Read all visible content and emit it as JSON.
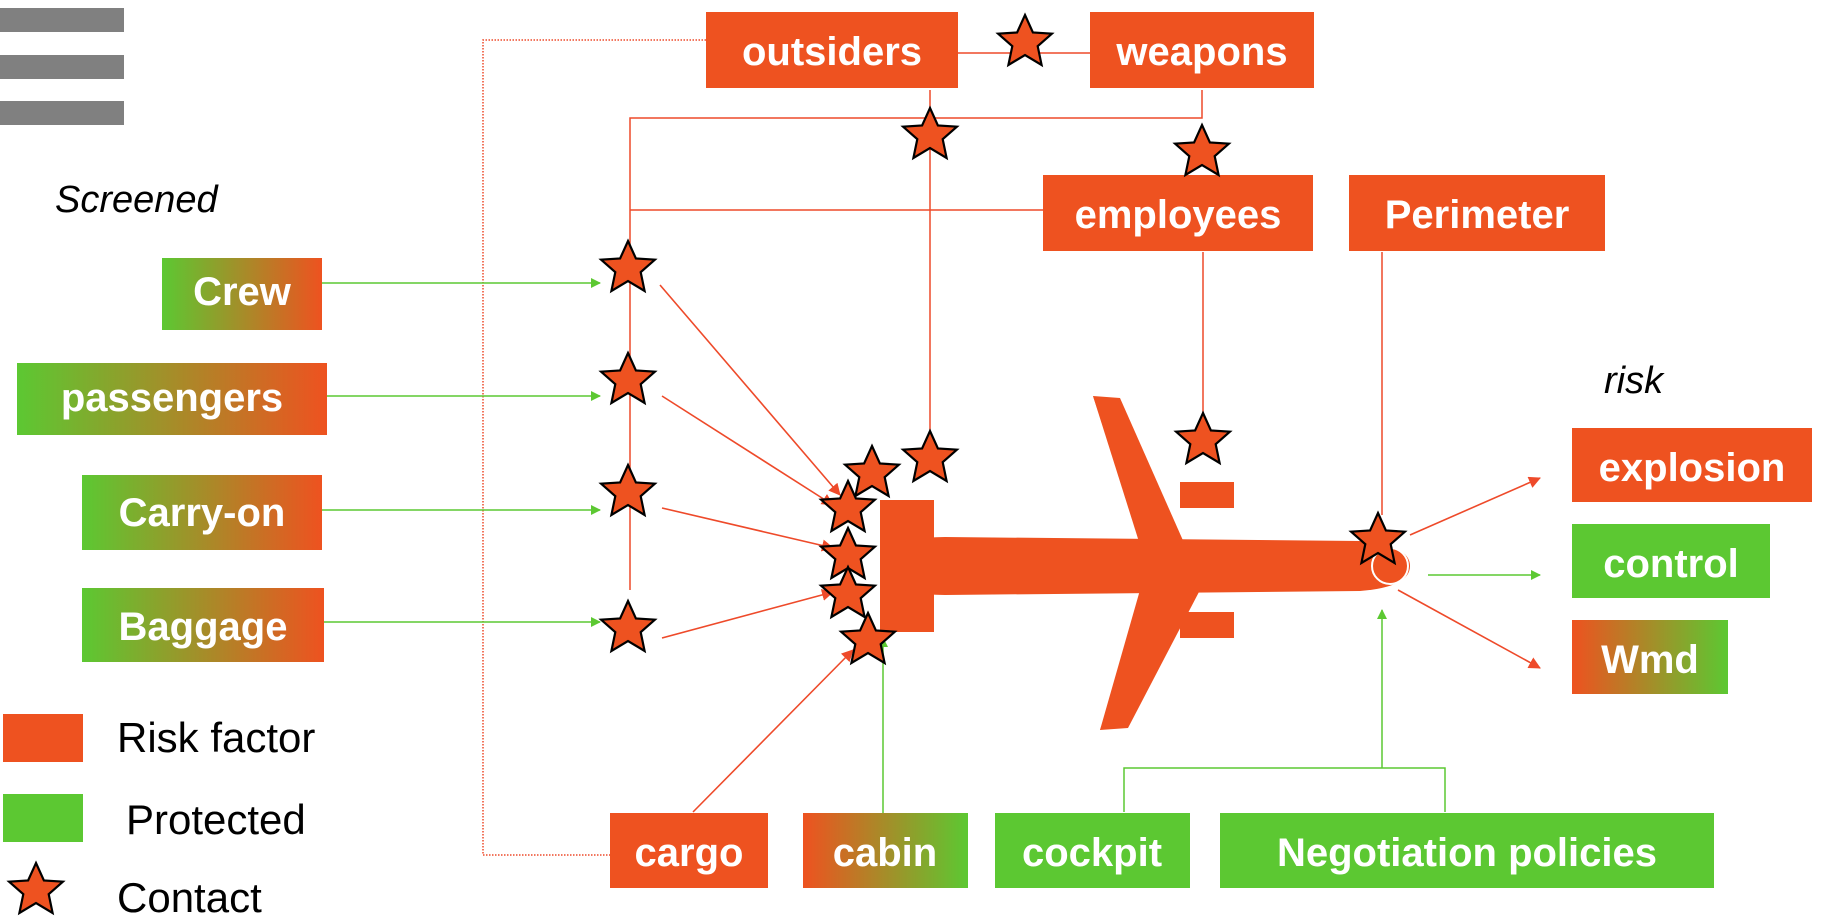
{
  "colors": {
    "risk": "#EE5220",
    "protected": "#5CC832",
    "red_line": "#EE4A2A",
    "green_line": "#5CC832",
    "menu_bar": "#808080"
  },
  "headings": {
    "screened": "Screened",
    "risk": "risk"
  },
  "sources": {
    "crew": "Crew",
    "passengers": "passengers",
    "carry_on": "Carry-on",
    "baggage": "Baggage"
  },
  "threats": {
    "outsiders": "outsiders",
    "weapons": "weapons",
    "employees": "employees",
    "perimeter": "Perimeter"
  },
  "outcomes": {
    "explosion": "explosion",
    "control": "control",
    "wmd": "Wmd"
  },
  "zones": {
    "cargo": "cargo",
    "cabin": "cabin",
    "cockpit": "cockpit",
    "negotiation": "Negotiation policies"
  },
  "legend": {
    "risk_factor": "Risk factor",
    "protected": "Protected",
    "contact": "Contact"
  },
  "icons": {
    "menu": "menu-icon",
    "contact": "star-icon",
    "aircraft": "airplane-icon"
  }
}
